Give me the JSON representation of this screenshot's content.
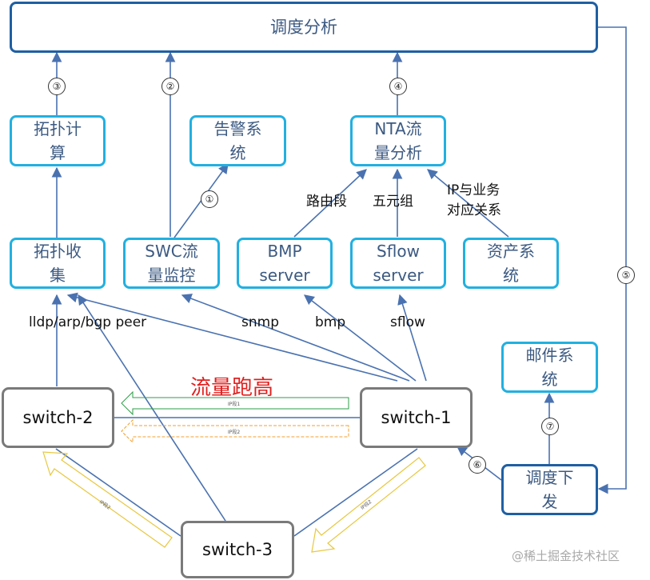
{
  "nodes": {
    "scheduling_analysis": "调度分析",
    "topology_compute": "拓扑计\n算",
    "alarm_system": "告警系\n统",
    "nta_analysis": "NTA流\n量分析",
    "topology_collect": "拓扑收\n集",
    "swc_monitor": "SWC流\n量监控",
    "bmp_server": "BMP\nserver",
    "sflow_server": "Sflow\nserver",
    "asset_system": "资产系\n统",
    "mail_system": "邮件系\n统",
    "dispatch": "调度下\n发",
    "switch1": "switch-1",
    "switch2": "switch-2",
    "switch3": "switch-3"
  },
  "edge_labels": {
    "lldp": "lldp/arp/bgp peer",
    "snmp": "snmp",
    "bmp": "bmp",
    "sflow": "sflow",
    "route_segment": "路由段",
    "five_tuple": "五元组",
    "ip_business": "IP与业务\n对应关系"
  },
  "step_markers": {
    "s1": "①",
    "s2": "②",
    "s3": "③",
    "s4": "④",
    "s5": "⑤",
    "s6": "⑥",
    "s7": "⑦"
  },
  "traffic_title": "流量跑高",
  "traffic_arrows": {
    "green": "IP段1",
    "orange": "IP段2",
    "left": "IP段2",
    "right": "IP段2"
  },
  "watermark": "@稀土掘金技术社区",
  "colors": {
    "cyan_border": "#22b0e0",
    "navy_border": "#1f5fa3",
    "gray_border": "#7a7a7a",
    "edge": "#4a72b0",
    "red_text": "#e0201f",
    "green_arrow": "#2e9e4a",
    "orange_arrow": "#f0a030",
    "yellow_arrow": "#e8c840"
  }
}
